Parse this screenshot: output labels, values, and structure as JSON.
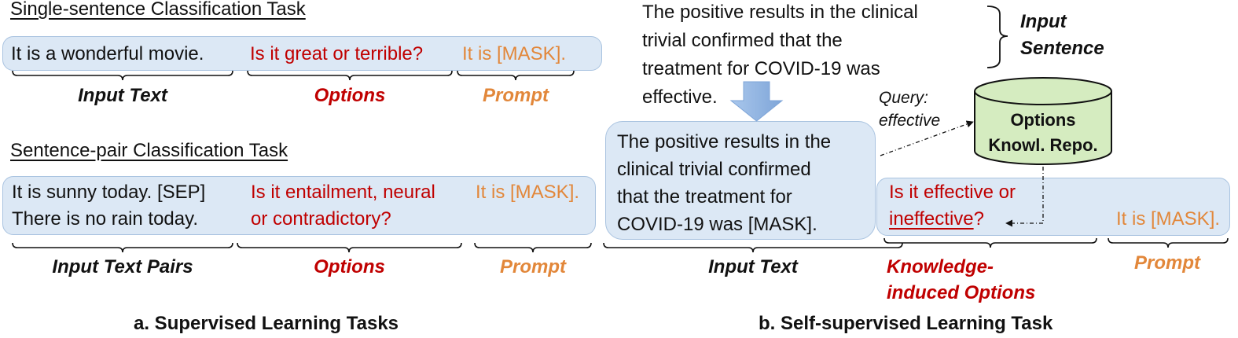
{
  "panel_a": {
    "single": {
      "title": "Single-sentence Classification Task",
      "input_text": "It is a wonderful movie.",
      "options_text": "Is it great or terrible?",
      "prompt_text": "It is [MASK].",
      "labels": {
        "input": "Input Text",
        "options": "Options",
        "prompt": "Prompt"
      }
    },
    "pair": {
      "title": "Sentence-pair Classification Task",
      "input_line1": "It is sunny today. [SEP]",
      "input_line2": "There is no rain today.",
      "options_line1": "Is it entailment, neural",
      "options_line2": "or contradictory?",
      "prompt_text": "It is [MASK].",
      "labels": {
        "input": "Input Text Pairs",
        "options": "Options",
        "prompt": "Prompt"
      }
    },
    "caption": "a. Supervised Learning Tasks"
  },
  "panel_b": {
    "sentence_lines": [
      "The positive results in the clinical",
      "trivial confirmed that the",
      "treatment for COVID-19 was",
      "effective."
    ],
    "input_sentence_label_line1": "Input",
    "input_sentence_label_line2": "Sentence",
    "masked_lines": [
      "The positive results in the",
      "clinical trivial confirmed",
      "that the treatment for",
      "COVID-19 was [MASK]."
    ],
    "query_line1": "Query:",
    "query_line2": "effective",
    "repo_line1": "Options",
    "repo_line2": "Knowl. Repo.",
    "options_line1": "Is it effective or",
    "options_word": "ineffective",
    "options_qmark": "?",
    "prompt_text": "It is [MASK].",
    "labels": {
      "input": "Input Text",
      "options_line1": "Knowledge-",
      "options_line2": "induced Options",
      "prompt": "Prompt"
    },
    "caption": "b. Self-supervised Learning Task"
  },
  "colors": {
    "box_fill": "#dce8f5",
    "box_border": "#a9c3e0",
    "options_red": "#c00000",
    "prompt_orange": "#e2873a",
    "arrow_blue": "#8fb4e3",
    "cylinder_fill": "#d5ecc0"
  }
}
